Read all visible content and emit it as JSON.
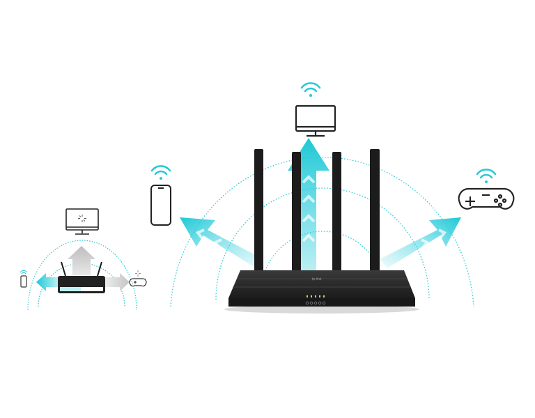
{
  "router": {
    "logo": "tp-link",
    "led_count": 5,
    "button_count": 5
  },
  "colors": {
    "accent": "#1ec8d4",
    "router_body": "#1c1c1c",
    "legacy_signal": "#c8c8c8",
    "device_outline": "#222222"
  },
  "icons": [
    "monitor-icon",
    "smartphone-icon",
    "gamepad-icon",
    "wifi-icon",
    "loading-spinner-icon",
    "router-icon"
  ]
}
